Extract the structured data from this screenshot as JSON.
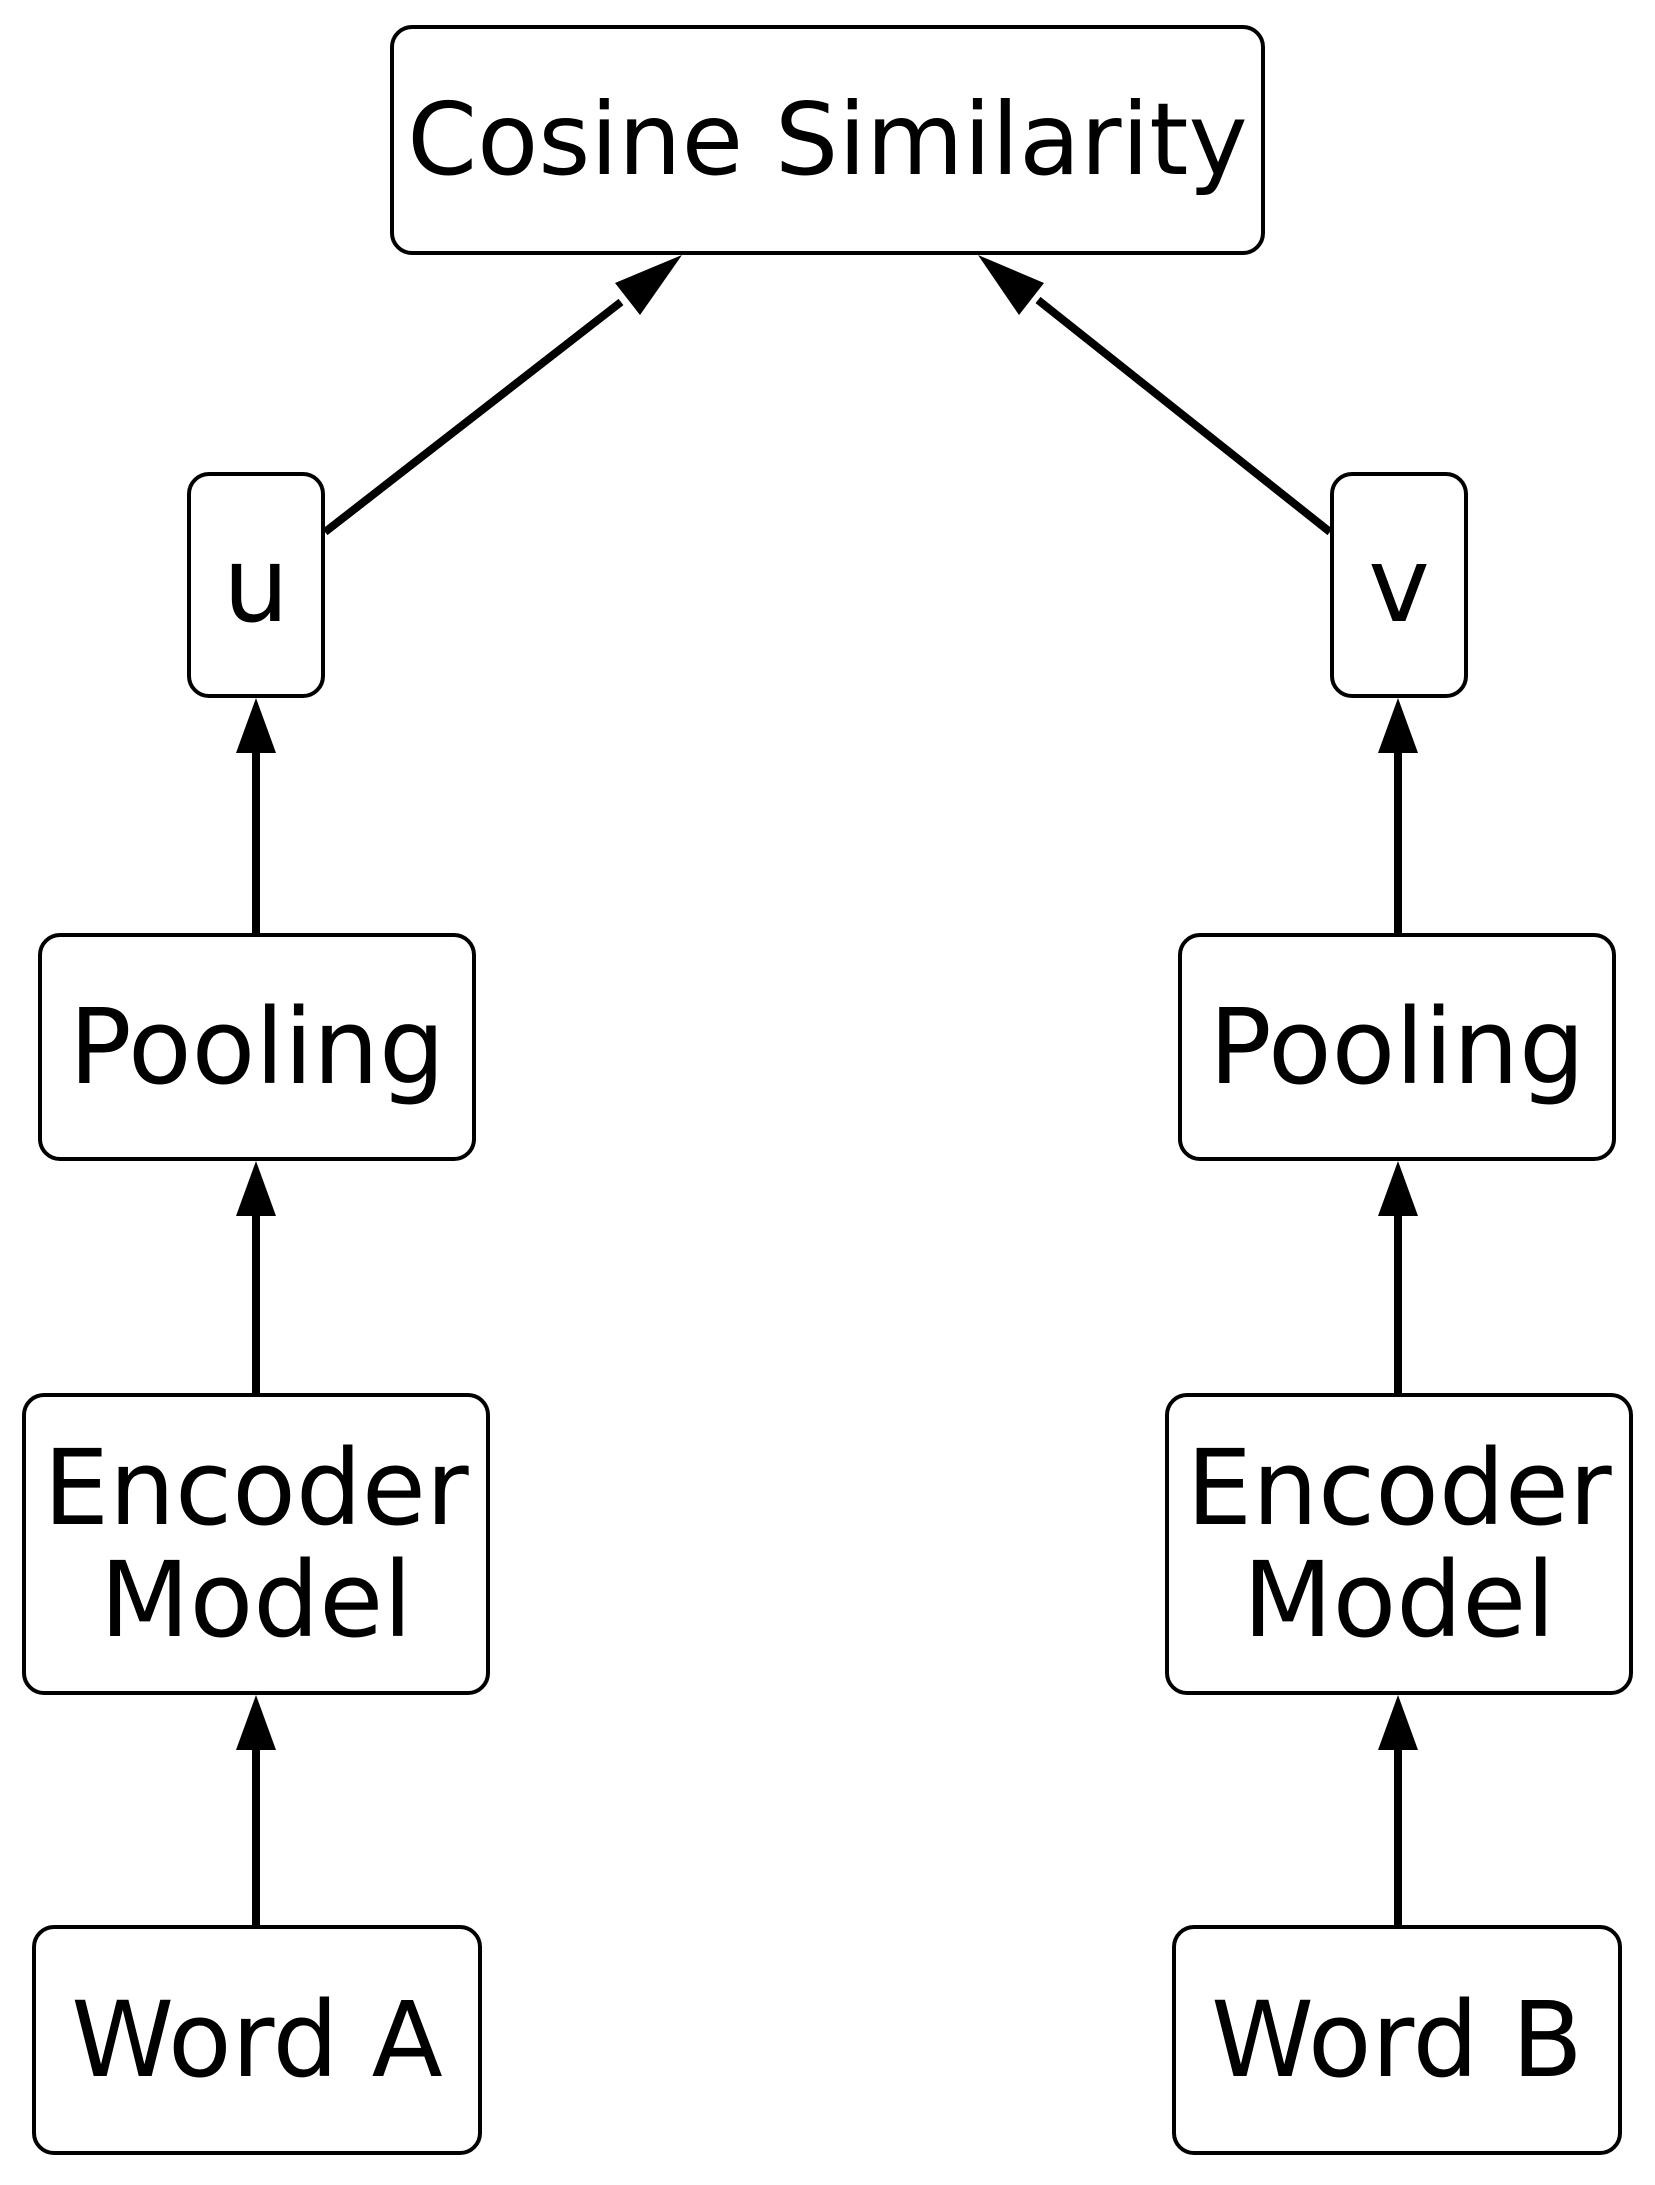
{
  "nodes": {
    "cosine": "Cosine Similarity",
    "u": "u",
    "v": "v",
    "pooling_left": "Pooling",
    "pooling_right": "Pooling",
    "encoder_left": [
      "Encoder",
      "Model"
    ],
    "encoder_right": [
      "Encoder",
      "Model"
    ],
    "word_a": "Word A",
    "word_b": "Word B"
  },
  "edges": [
    {
      "from": "word_a",
      "to": "encoder_left"
    },
    {
      "from": "encoder_left",
      "to": "pooling_left"
    },
    {
      "from": "pooling_left",
      "to": "u"
    },
    {
      "from": "u",
      "to": "cosine"
    },
    {
      "from": "word_b",
      "to": "encoder_right"
    },
    {
      "from": "encoder_right",
      "to": "pooling_right"
    },
    {
      "from": "pooling_right",
      "to": "v"
    },
    {
      "from": "v",
      "to": "cosine"
    }
  ]
}
